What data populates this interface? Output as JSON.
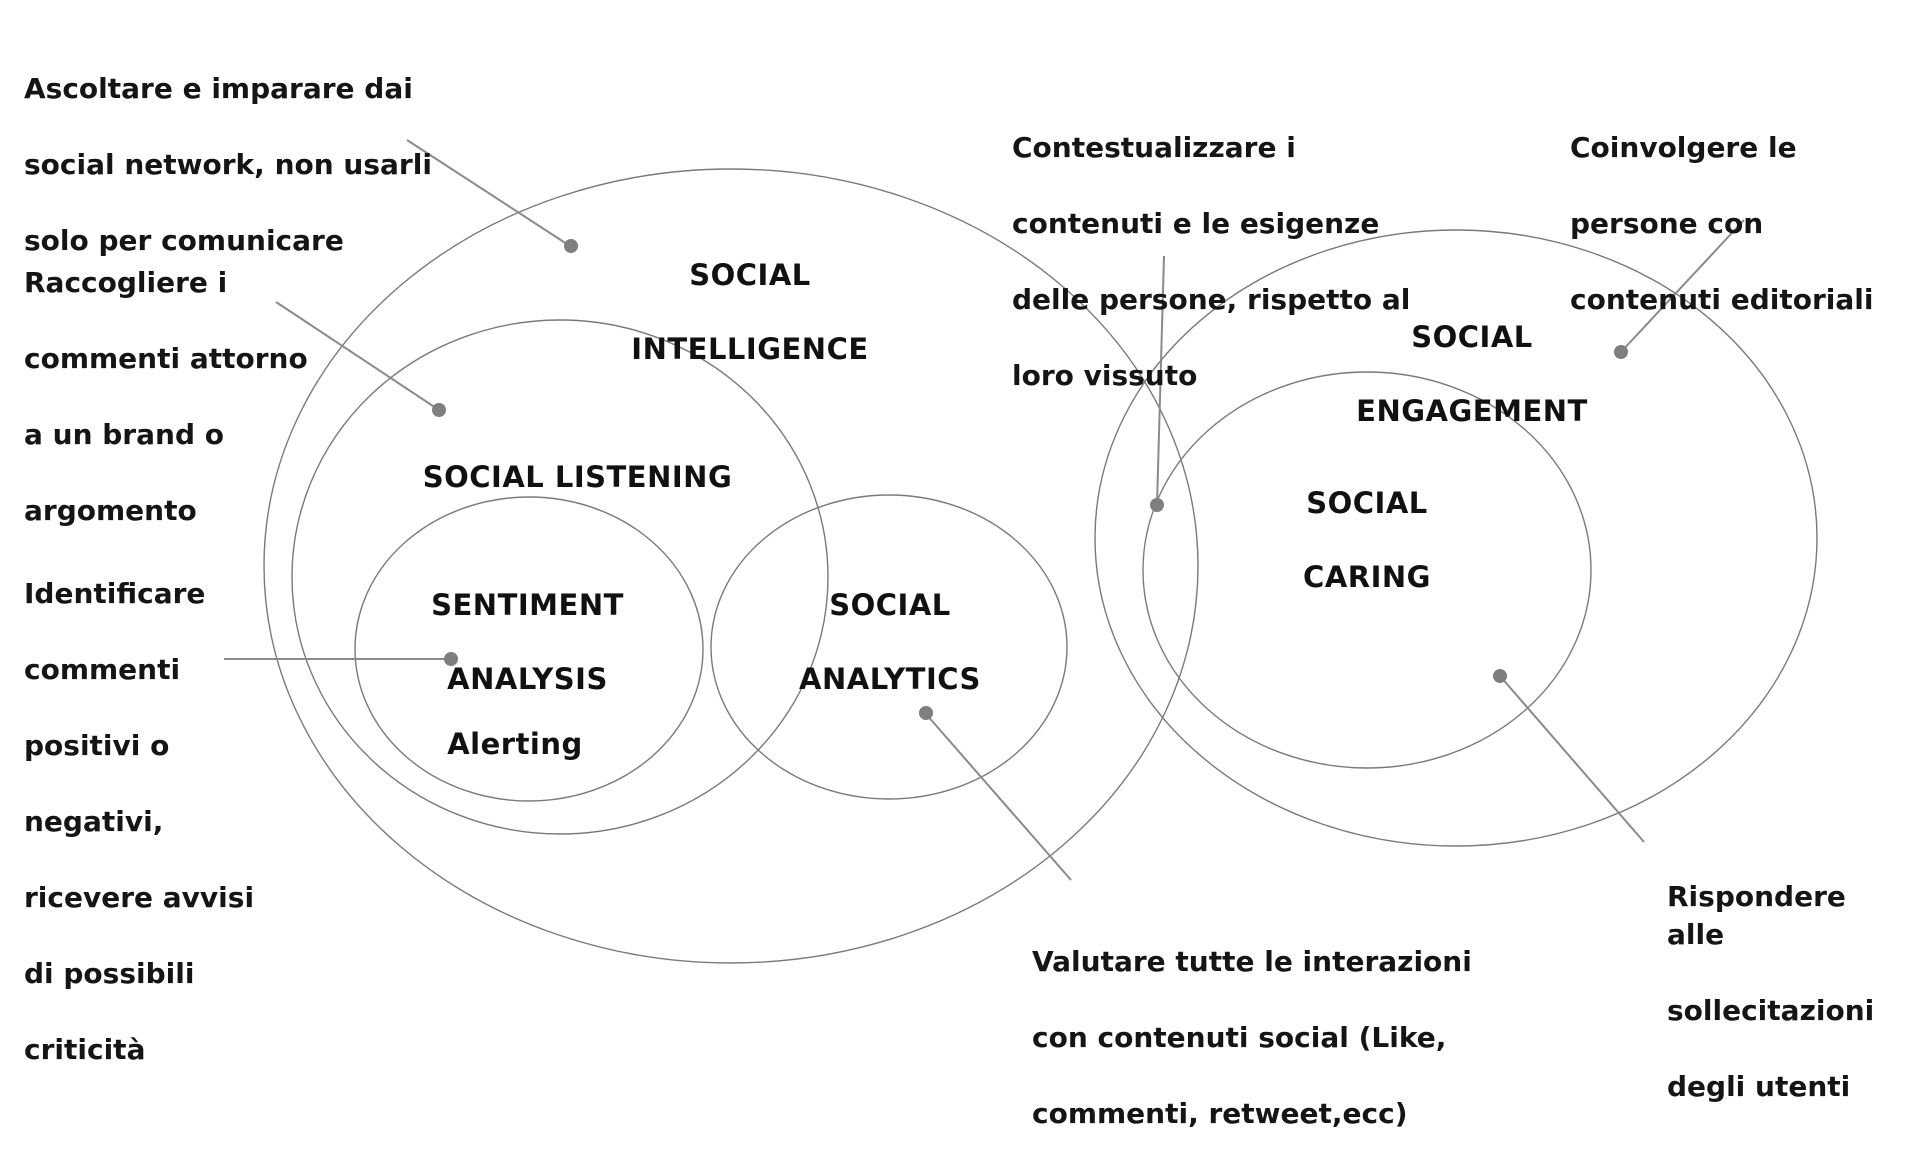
{
  "circles": {
    "social_intelligence": {
      "line1": "SOCIAL",
      "line2": "INTELLIGENCE"
    },
    "social_listening": {
      "line1": "SOCIAL LISTENING"
    },
    "sentiment_analysis": {
      "line1": "SENTIMENT",
      "line2": "ANALYSIS",
      "sub": "Alerting"
    },
    "social_analytics": {
      "line1": "SOCIAL",
      "line2": "ANALYTICS"
    },
    "social_engagement": {
      "line1": "SOCIAL",
      "line2": "ENGAGEMENT"
    },
    "social_caring": {
      "line1": "SOCIAL",
      "line2": "CARING"
    }
  },
  "notes": {
    "ascoltare": [
      "Ascoltare e imparare dai",
      "social network, non usarli",
      "solo per comunicare"
    ],
    "raccogliere": [
      "Raccogliere i",
      "commenti attorno",
      "a un brand o",
      "argomento"
    ],
    "identificare": [
      "Identificare",
      "commenti",
      "positivi o",
      "negativi,",
      "ricevere avvisi",
      "di possibili",
      "criticità"
    ],
    "contestualizzare": [
      "Contestualizzare i",
      "contenuti e le esigenze",
      "delle persone, rispetto al",
      "loro vissuto"
    ],
    "coinvolgere": [
      "Coinvolgere le",
      "persone con",
      "contenuti editoriali"
    ],
    "valutare": [
      "Valutare tutte le interazioni",
      "con contenuti  social (Like,",
      "commenti, retweet,ecc)"
    ],
    "rispondere": [
      "Rispondere alle",
      "sollecitazioni",
      "degli utenti"
    ]
  },
  "colors": {
    "stroke": "#7a7a7a",
    "leader": "#8a8a8a",
    "text": "#111111"
  }
}
